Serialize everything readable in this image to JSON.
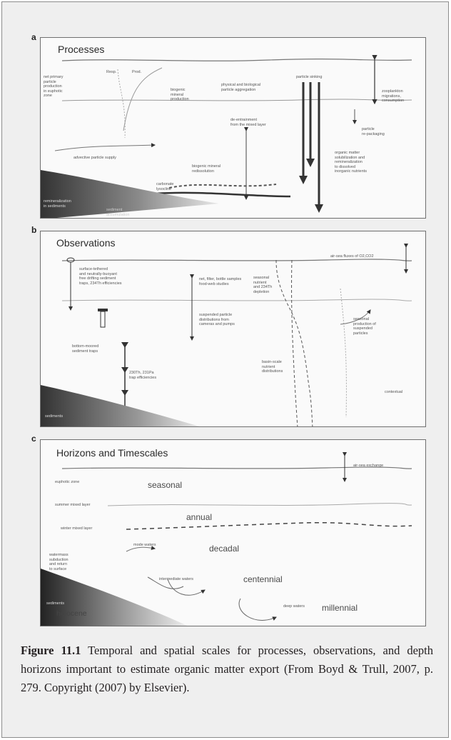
{
  "panels": {
    "a": {
      "letter": "a",
      "title": "Processes",
      "labels": {
        "net_primary": "net primary\nparticle\nproduction\nin euphotic\nzone",
        "resp": "Resp.",
        "prod": "Prod.",
        "biogenic_production": "biogenic\nmineral\nproduction",
        "aggregation": "physical and biological\nparticle aggregation",
        "particle_sinking": "particle sinking",
        "zooplankton": "zooplankton\nmigrations,\nconsumption",
        "de_entrainment": "de-entrainment\nfrom the mixed layer",
        "repackaging": "particle\nre-packaging",
        "solubilization": "organic matter\nsolubilization and\nremineralization\nto dissolved\ninorganic nutrients",
        "advective": "advective particle supply",
        "dissolution": "biogenic mineral\nredissolution",
        "carbonate": "carbonate\nlysocline",
        "remineralization": "remineralization\nin sediments",
        "sediment_accumulation": "sediment\naccumulation"
      }
    },
    "b": {
      "letter": "b",
      "title": "Observations",
      "labels": {
        "air_sea": "air-sea fluxes of O2,CO2",
        "surface_traps": "surface-tethered\nand neutrally-buoyant\nfree drifting sediment\ntraps, 234Th efficiencies",
        "net_filter": "net, filter, bottle samples\nfood-web studies",
        "seasonal_nutrient": "seasonal\nnutrient\nand 234Th\ndepletion",
        "suspended": "suspended particle\ndistributions from\ncameras and pumps",
        "seasonal_production": "seasonal\nproduction of\nsuspended\nparticles",
        "bottom_traps": "bottom-moored\nsediment traps",
        "trap_efficiencies": "230Th, 231Pa\ntrap efficiencies",
        "basin_scale": "basin-scale\nnutrient\ndistributions",
        "sediments": "sediments",
        "contextual": "contextual"
      }
    },
    "c": {
      "letter": "c",
      "title": "Horizons and Timescales",
      "labels": {
        "air_sea_exchange": "air-sea exchange",
        "euphotic": "euphotic zone",
        "seasonal": "seasonal",
        "summer_mixed": "summer mixed layer",
        "annual": "annual",
        "winter_mixed": "winter mixed layer",
        "mode_waters": "mode waters",
        "decadal": "decadal",
        "watermass": "watermass\nsubduction\nand return\nto surface",
        "intermediate": "intermediate waters",
        "centennial": "centennial",
        "deep_waters": "deep waters",
        "millennial": "millennial",
        "sediments": "sediments",
        "holocene": "holocene"
      }
    }
  },
  "caption": {
    "label": "Figure 11.1",
    "text": " Temporal and spatial scales for processes, observations, and depth horizons important to estimate organic matter export (From Boyd & Trull, 2007, p. 279. Copyright (2007) by Elsevier)."
  },
  "colors": {
    "frame": "#efefef",
    "panel": "#fafafa",
    "line": "#6a6a6a",
    "dark": "#222222"
  }
}
